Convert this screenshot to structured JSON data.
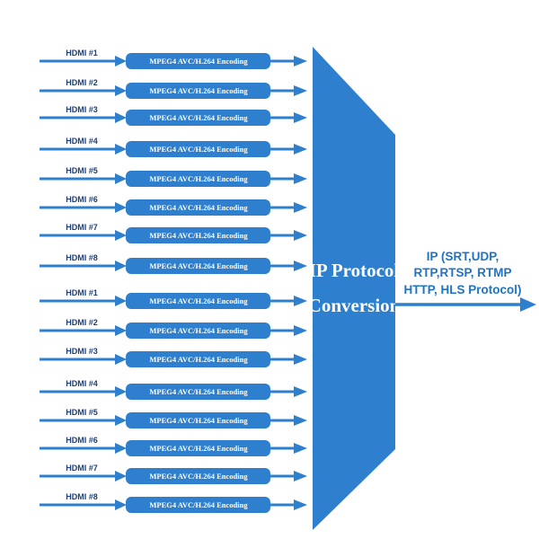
{
  "inputs": [
    {
      "label": "HDMI #1",
      "encoder": "MPEG4 AVC/H.264 Encoding"
    },
    {
      "label": "HDMI #2",
      "encoder": "MPEG4 AVC/H.264 Encoding"
    },
    {
      "label": "HDMI #3",
      "encoder": "MPEG4 AVC/H.264 Encoding"
    },
    {
      "label": "HDMI #4",
      "encoder": "MPEG4 AVC/H.264 Encoding"
    },
    {
      "label": "HDMI #5",
      "encoder": "MPEG4 AVC/H.264 Encoding"
    },
    {
      "label": "HDMI #6",
      "encoder": "MPEG4 AVC/H.264 Encoding"
    },
    {
      "label": "HDMI #7",
      "encoder": "MPEG4 AVC/H.264 Encoding"
    },
    {
      "label": "HDMI #8",
      "encoder": "MPEG4 AVC/H.264 Encoding"
    },
    {
      "label": "HDMI #1",
      "encoder": "MPEG4 AVC/H.264 Encoding"
    },
    {
      "label": "HDMI #2",
      "encoder": "MPEG4 AVC/H.264 Encoding"
    },
    {
      "label": "HDMI #3",
      "encoder": "MPEG4 AVC/H.264 Encoding"
    },
    {
      "label": "HDMI #4",
      "encoder": "MPEG4 AVC/H.264 Encoding"
    },
    {
      "label": "HDMI #5",
      "encoder": "MPEG4 AVC/H.264 Encoding"
    },
    {
      "label": "HDMI #6",
      "encoder": "MPEG4 AVC/H.264 Encoding"
    },
    {
      "label": "HDMI #7",
      "encoder": "MPEG4 AVC/H.264 Encoding"
    },
    {
      "label": "HDMI #8",
      "encoder": "MPEG4 AVC/H.264 Encoding"
    }
  ],
  "processor": {
    "title_line1": "IP Protocol",
    "title_line2": "Conversion"
  },
  "output": {
    "line1": "IP (SRT,UDP,",
    "line2": "RTP,RTSP, RTMP",
    "line3": "HTTP, HLS Protocol)"
  },
  "colors": {
    "blue": "#2e7fcd",
    "blue_dark": "#1f6fb8",
    "label": "#1f3f73"
  }
}
